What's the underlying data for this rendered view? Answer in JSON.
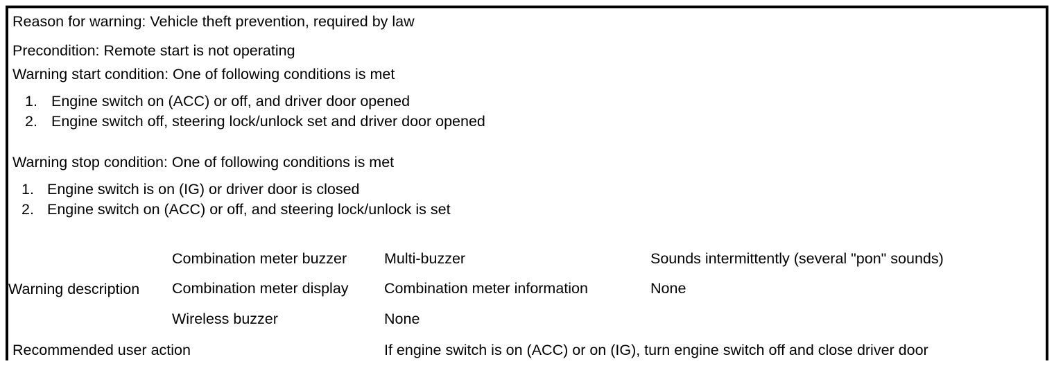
{
  "table": {
    "reason_row": "Reason for warning: Vehicle theft prevention, required by law",
    "precondition_row": "Precondition: Remote start is not operating",
    "start_condition": {
      "heading": "Warning start condition: One of following conditions is met",
      "items": [
        {
          "num": "1.",
          "text": "Engine switch on (ACC) or off, and driver door opened"
        },
        {
          "num": "2.",
          "text": "Engine switch off, steering lock/unlock set and driver door opened"
        }
      ]
    },
    "stop_condition": {
      "heading": "Warning stop condition: One of following conditions is met",
      "items": [
        {
          "num": "1.",
          "text": "Engine switch is on (IG) or driver door is closed"
        },
        {
          "num": "2.",
          "text": "Engine switch on (ACC) or off, and steering lock/unlock is set"
        }
      ]
    },
    "warning_description": {
      "label": "Warning description",
      "rows": [
        {
          "device": "Combination meter buzzer",
          "kind": "Multi-buzzer",
          "behavior": "Sounds intermittently (several \"pon\" sounds)"
        },
        {
          "device": "Combination meter display",
          "kind": "Combination meter information",
          "behavior": "None"
        },
        {
          "device": "Wireless buzzer",
          "kind": "None",
          "behavior": null
        }
      ]
    },
    "recommended_action": {
      "label": "Recommended user action",
      "text": "If engine switch is on (ACC) or on (IG), turn engine switch off and close driver door"
    }
  }
}
